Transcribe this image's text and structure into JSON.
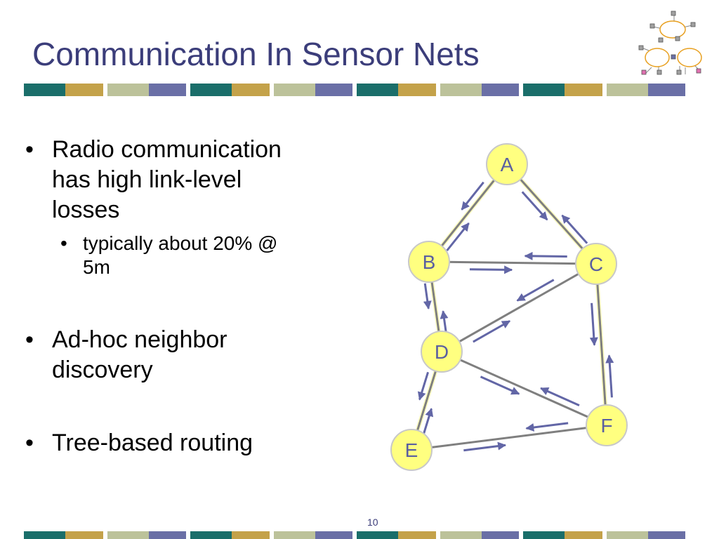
{
  "slide": {
    "title": "Communication In Sensor Nets",
    "page_number": "10"
  },
  "bullets": [
    {
      "lines": [
        "Radio communication",
        "has high link-level",
        "losses"
      ]
    },
    {
      "lines": [
        "typically about 20% @",
        "5m"
      ],
      "level": 2
    },
    {
      "lines": [
        "Ad-hoc neighbor",
        "discovery"
      ]
    },
    {
      "lines": [
        "Tree-based routing"
      ]
    }
  ],
  "diagram": {
    "nodes": [
      {
        "id": "A",
        "label": "A"
      },
      {
        "id": "B",
        "label": "B"
      },
      {
        "id": "C",
        "label": "C"
      },
      {
        "id": "D",
        "label": "D"
      },
      {
        "id": "E",
        "label": "E"
      },
      {
        "id": "F",
        "label": "F"
      }
    ],
    "links": [
      {
        "from": "A",
        "to": "B",
        "tree": true
      },
      {
        "from": "A",
        "to": "C",
        "tree": true
      },
      {
        "from": "B",
        "to": "C",
        "tree": false
      },
      {
        "from": "B",
        "to": "D",
        "tree": true
      },
      {
        "from": "C",
        "to": "D",
        "tree": false
      },
      {
        "from": "C",
        "to": "F",
        "tree": true
      },
      {
        "from": "D",
        "to": "E",
        "tree": true
      },
      {
        "from": "D",
        "to": "F",
        "tree": false
      },
      {
        "from": "E",
        "to": "F",
        "tree": false
      }
    ],
    "colors": {
      "node_fill": "#ffff80",
      "node_stroke": "#c8c8c8",
      "node_label": "#5a5fa0",
      "link": "#7f7f7f",
      "tree_link": "#ffffc0",
      "arrow": "#6266a6"
    }
  },
  "theme": {
    "title_color": "#3b3d7a",
    "stripe_colors": [
      "#1a6e6a",
      "#c4a24a",
      "#bcc29a",
      "#6a6fa6"
    ]
  }
}
